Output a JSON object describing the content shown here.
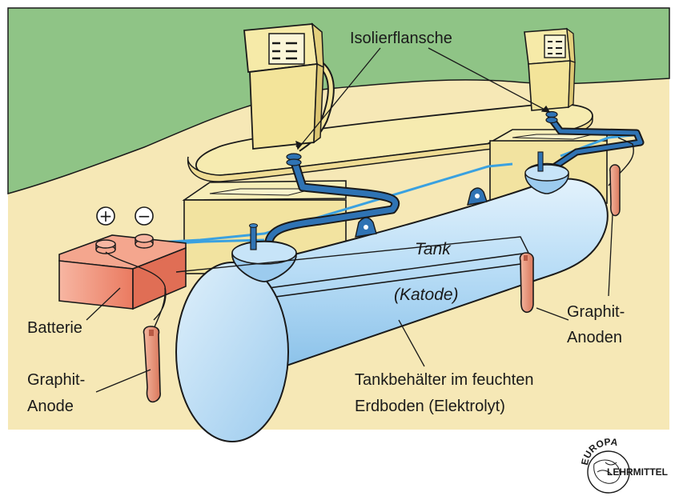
{
  "labels": {
    "isolierflansche": "Isolierflansche",
    "tank": "Tank",
    "katode": "(Katode)",
    "batterie": "Batterie",
    "graphit_anode_line1": "Graphit-",
    "graphit_anode_line2": "Anode",
    "graphit_anoden_line1": "Graphit-",
    "graphit_anoden_line2": "Anoden",
    "tankbehaelter_line1": "Tankbehälter im feuchten",
    "tankbehaelter_line2": "Erdboden (Elektrolyt)"
  },
  "battery_terminals": {
    "plus": "+",
    "minus": "−"
  },
  "logo": {
    "top": "EUROPA",
    "bottom": "LEHRMITTEL"
  },
  "colors": {
    "ground": "#f6e8b6",
    "grass": "#8fc486",
    "tank": "#b9ddf6",
    "pipe": "#2f73b4",
    "wire": "#3aa1e0",
    "battery": "#ef8a70",
    "anode": "#e7967a",
    "pump": "#f3e49a",
    "base_block": "#f6ebb0"
  }
}
